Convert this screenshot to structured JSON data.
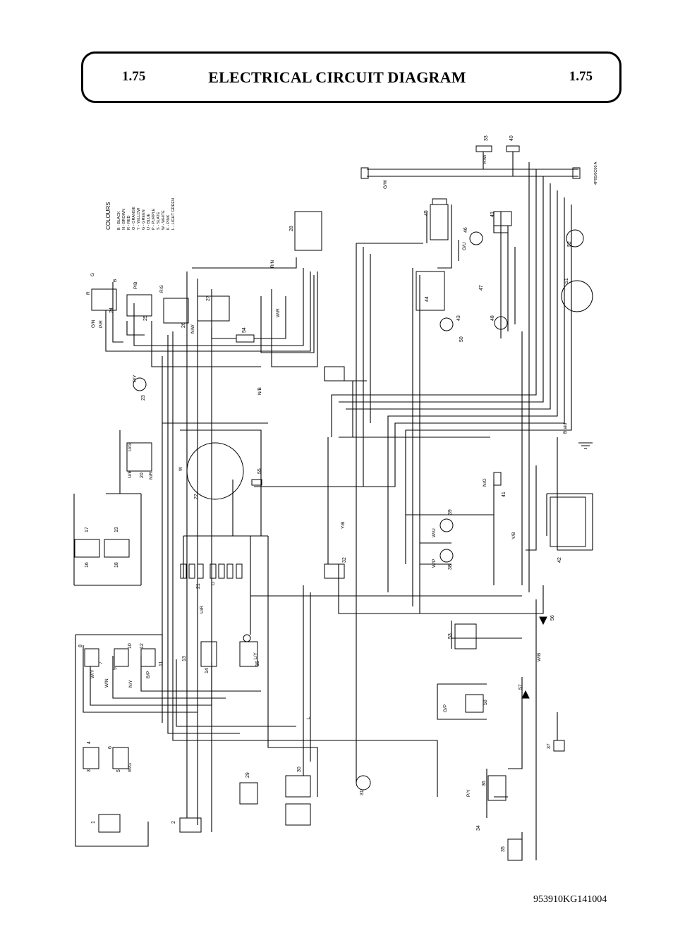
{
  "header": {
    "section_left": "1.75",
    "title": "ELECTRICAL CIRCUIT DIAGRAM",
    "section_right": "1.75"
  },
  "legend": {
    "heading": "COLOURS",
    "items": [
      "B - BLACK",
      "N - BROWN",
      "R - RED",
      "O - ORANGE",
      "Y - YELLOW",
      "G - GREEN",
      "U - BLUE",
      "P - PURPLE",
      "S - SLATE",
      "W - WHITE",
      "K - PINK",
      "L - LIGHT GREEN"
    ]
  },
  "drawing_code": "4P95/0C00 A",
  "reference": "953910KG141004",
  "components": [
    "1",
    "2",
    "3",
    "4",
    "5",
    "6",
    "7",
    "8",
    "9",
    "10",
    "11",
    "12",
    "13",
    "14",
    "15",
    "16",
    "17",
    "18",
    "19",
    "20",
    "21",
    "22",
    "23",
    "24",
    "25",
    "26",
    "27",
    "28",
    "29",
    "30",
    "31",
    "32",
    "33",
    "34",
    "35",
    "36",
    "37",
    "38",
    "39",
    "40",
    "41",
    "42",
    "43",
    "44",
    "45",
    "46",
    "47",
    "48",
    "49",
    "50",
    "51",
    "52",
    "53",
    "54",
    "55",
    "56",
    "57",
    "58"
  ],
  "wire_labels": [
    "R",
    "G",
    "B",
    "G/N",
    "P/R",
    "P/B",
    "P/Y",
    "R/S",
    "N/W",
    "N/B",
    "W/R",
    "R/N",
    "W",
    "U/G",
    "U/B",
    "N/R",
    "U/R",
    "Y/B",
    "W/U",
    "W/P",
    "N/O",
    "W/B",
    "W/G",
    "W/N",
    "N/Y",
    "B/P",
    "W/Y",
    "L/Y",
    "G/P",
    "G/U",
    "Y/B",
    "L",
    "P/Y",
    "G/W",
    "R/W",
    "O",
    "Braid"
  ],
  "colors": {
    "line": "#000000",
    "background": "#ffffff"
  }
}
